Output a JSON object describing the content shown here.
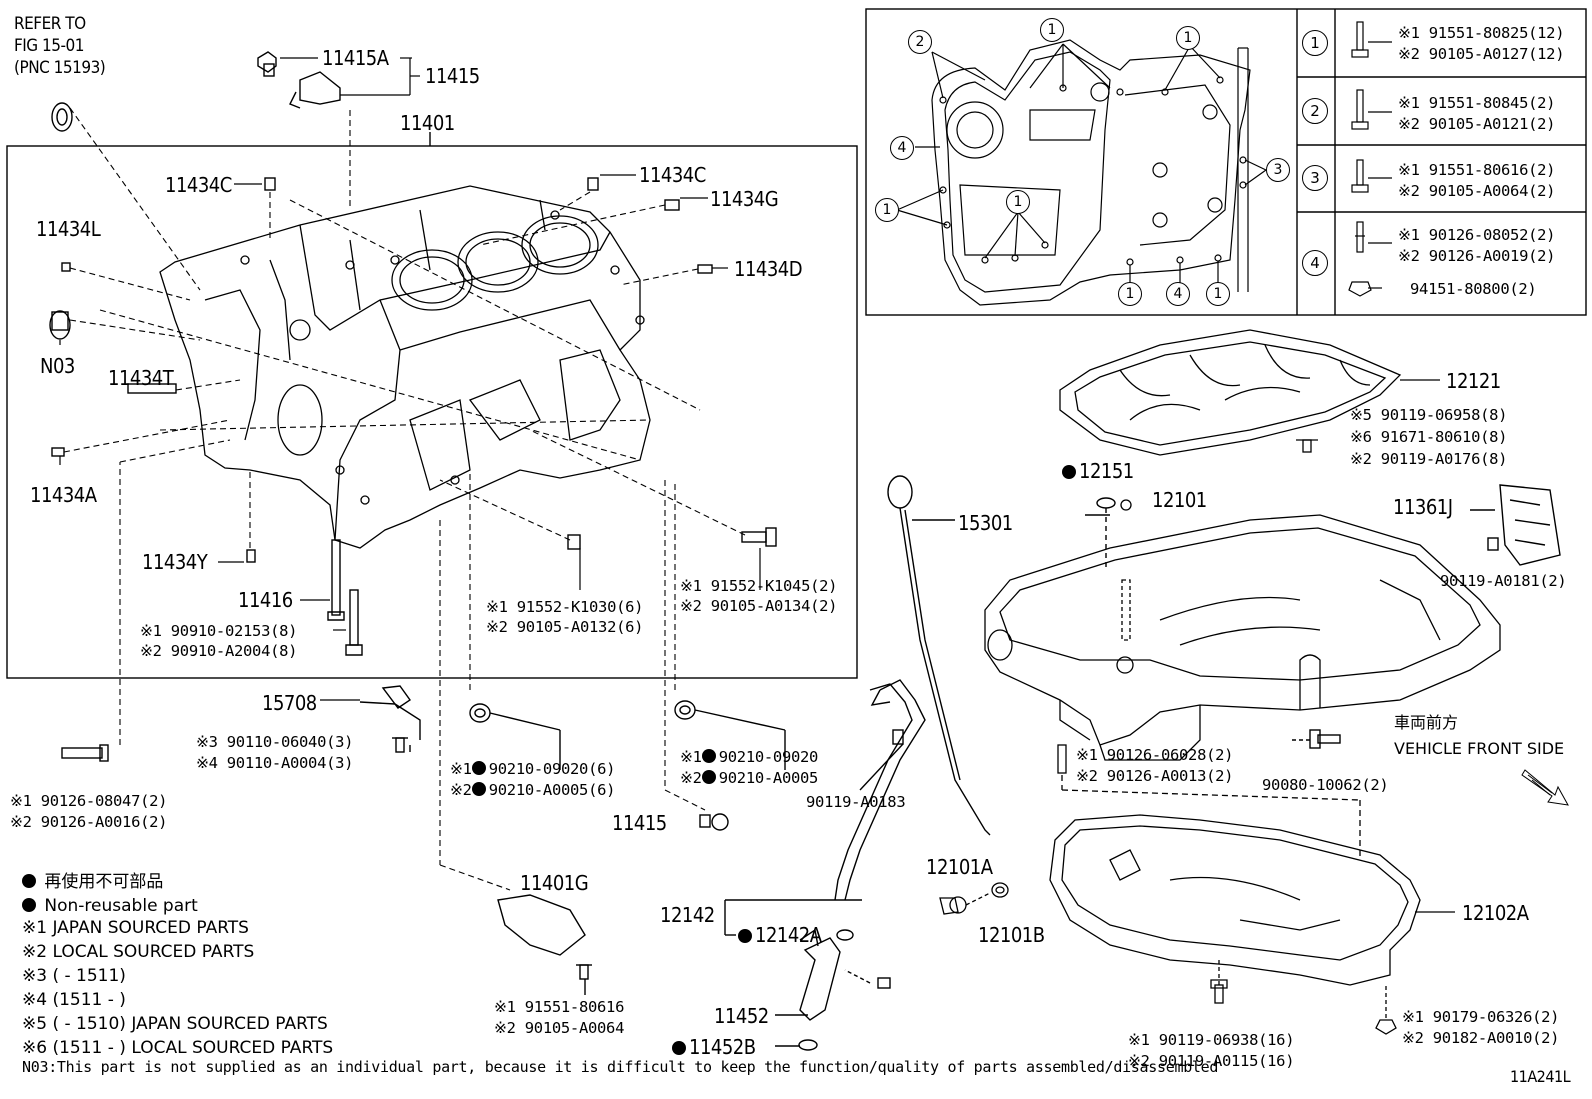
{
  "refer": {
    "line1": "REFER TO",
    "line2": "FIG 15-01",
    "line3": "(PNC 15193)"
  },
  "labels": {
    "p11415A": "11415A",
    "p11415": "11415",
    "p11401": "11401",
    "p11434C_l": "11434C",
    "p11434C_r": "11434C",
    "p11434G": "11434G",
    "p11434L": "11434L",
    "p11434D": "11434D",
    "pN03": "N03",
    "p11434T": "11434T",
    "p11434A": "11434A",
    "p11434Y": "11434Y",
    "p11416": "11416",
    "p15708": "15708",
    "p11415b": "11415",
    "p11401G": "11401G",
    "p12142": "12142",
    "p12142A": "12142A",
    "p11452": "11452",
    "p11452B": "11452B",
    "p15301": "15301",
    "p12151": "12151",
    "p12101": "12101",
    "p12121": "12121",
    "p11361J": "11361J",
    "p12101A": "12101A",
    "p12101B": "12101B",
    "p12102A": "12102A",
    "fig": "11A241L"
  },
  "codes": {
    "c11416_1": "※1 90910-02153(8)",
    "c11416_2": "※2 90910-A2004(8)",
    "c15708_3": "※3 90110-06040(3)",
    "c15708_4": "※4 90110-A0004(3)",
    "cstud_1": "※1 90126-08047(2)",
    "cstud_2": "※2 90126-A0016(2)",
    "ck1030_1": "※1 91552-K1030(6)",
    "ck1030_2": "※2 90105-A0132(6)",
    "ck1045_1": "※1 91552-K1045(2)",
    "ck1045_2": "※2 90105-A0134(2)",
    "cw6_1": "※1",
    "cw6_1b": "90210-09020(6)",
    "cw6_2": "※2",
    "cw6_2b": "90210-A0005(6)",
    "cw_1": "※1",
    "cw_1b": "90210-09020",
    "cw_2": "※2",
    "cw_2b": "90210-A0005",
    "c0183": "90119-A0183",
    "c80616_1": "※1 91551-80616",
    "c80616_2": "※2 90105-A0064",
    "c12121_5": "※5 90119-06958(8)",
    "c12121_6": "※6 91671-80610(8)",
    "c12121_2": "※2 90119-A0176(8)",
    "c0181": "90119-A0181(2)",
    "c06028_1": "※1 90126-06028(2)",
    "c06028_2": "※2 90126-A0013(2)",
    "c10062": "90080-10062(2)",
    "c06938_1": "※1 90119-06938(16)",
    "c06938_2": "※2 90119-A0115(16)",
    "c06326_1": "※1 90179-06326(2)",
    "c06326_2": "※2 90182-A0010(2)"
  },
  "inset_table": [
    {
      "num": "1",
      "l1": "※1 91551-80825(12)",
      "l2": "※2 90105-A0127(12)"
    },
    {
      "num": "2",
      "l1": "※1 91551-80845(2)",
      "l2": "※2 90105-A0121(2)"
    },
    {
      "num": "3",
      "l1": "※1 91551-80616(2)",
      "l2": "※2 90105-A0064(2)"
    },
    {
      "num": "4",
      "l1": "※1 90126-08052(2)",
      "l2": "※2 90126-A0019(2)",
      "l3": "94151-80800(2)"
    }
  ],
  "inset_callouts": {
    "n1": "1",
    "n2": "2",
    "n3": "3",
    "n4": "4"
  },
  "front": {
    "jp": "車両前方",
    "en": "VEHICLE FRONT SIDE"
  },
  "legend": {
    "nonreuse_jp": "再使用不可部品",
    "nonreuse_en": "Non-reusable part",
    "l1": "※1 JAPAN SOURCED PARTS",
    "l2": "※2 LOCAL SOURCED PARTS",
    "l3": "※3 (      - 1511)",
    "l4": "※4 (1511 -      )",
    "l5": "※5 (      - 1510) JAPAN SOURCED PARTS",
    "l6": "※6 (1511 -      ) LOCAL SOURCED PARTS"
  },
  "footnote": "N03:This part is not supplied as an individual part, because it is difficult to keep the function/quality of parts assembled/disassembled"
}
